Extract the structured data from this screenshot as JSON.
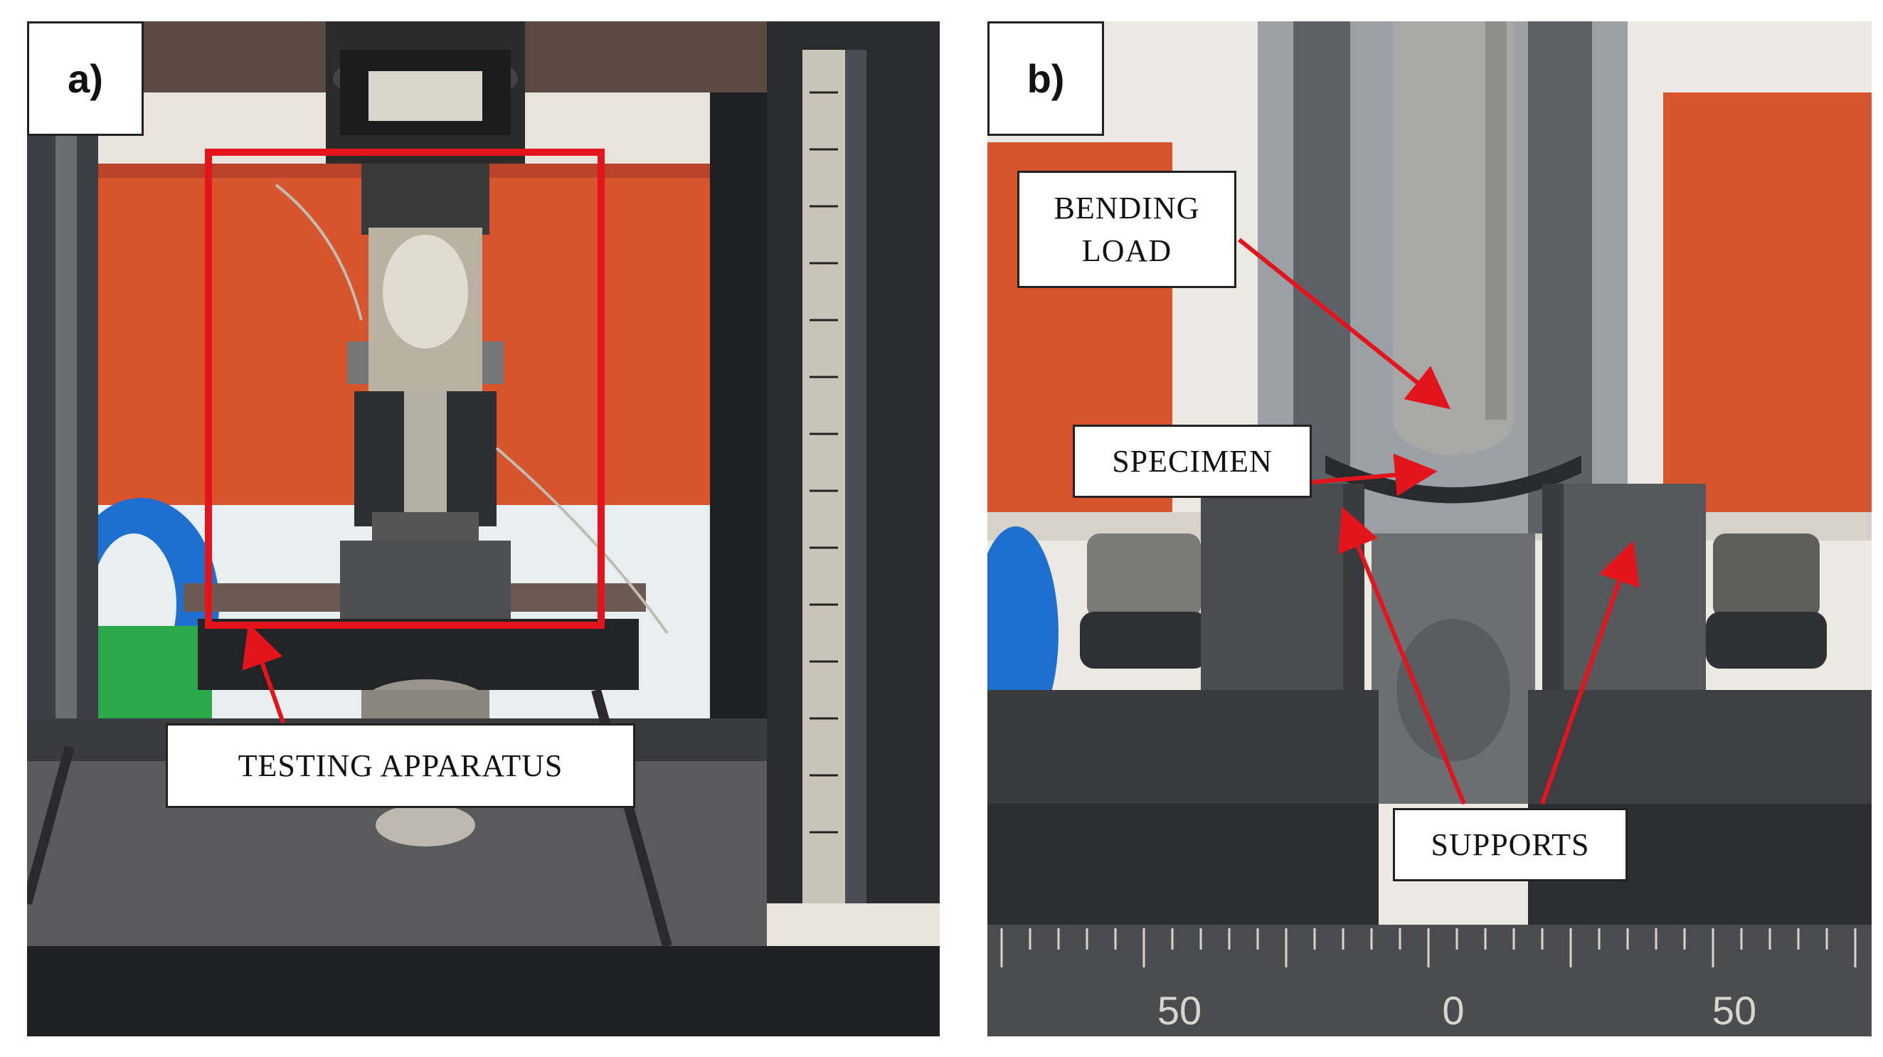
{
  "panel_a": {
    "letter": "a)",
    "callout": "TESTING APPARATUS"
  },
  "panel_b": {
    "letter": "b)",
    "callouts": {
      "load_line1": "BENDING",
      "load_line2": "LOAD",
      "specimen": "SPECIMEN",
      "supports": "SUPPORTS"
    },
    "ruler_labels": [
      "50",
      "0",
      "50"
    ]
  },
  "colors": {
    "annotation_red": "#e3141c",
    "wall_orange": "#d8542c",
    "machine_dark": "#2a2c30"
  },
  "icons": {
    "arrow": "red-arrow-icon"
  }
}
